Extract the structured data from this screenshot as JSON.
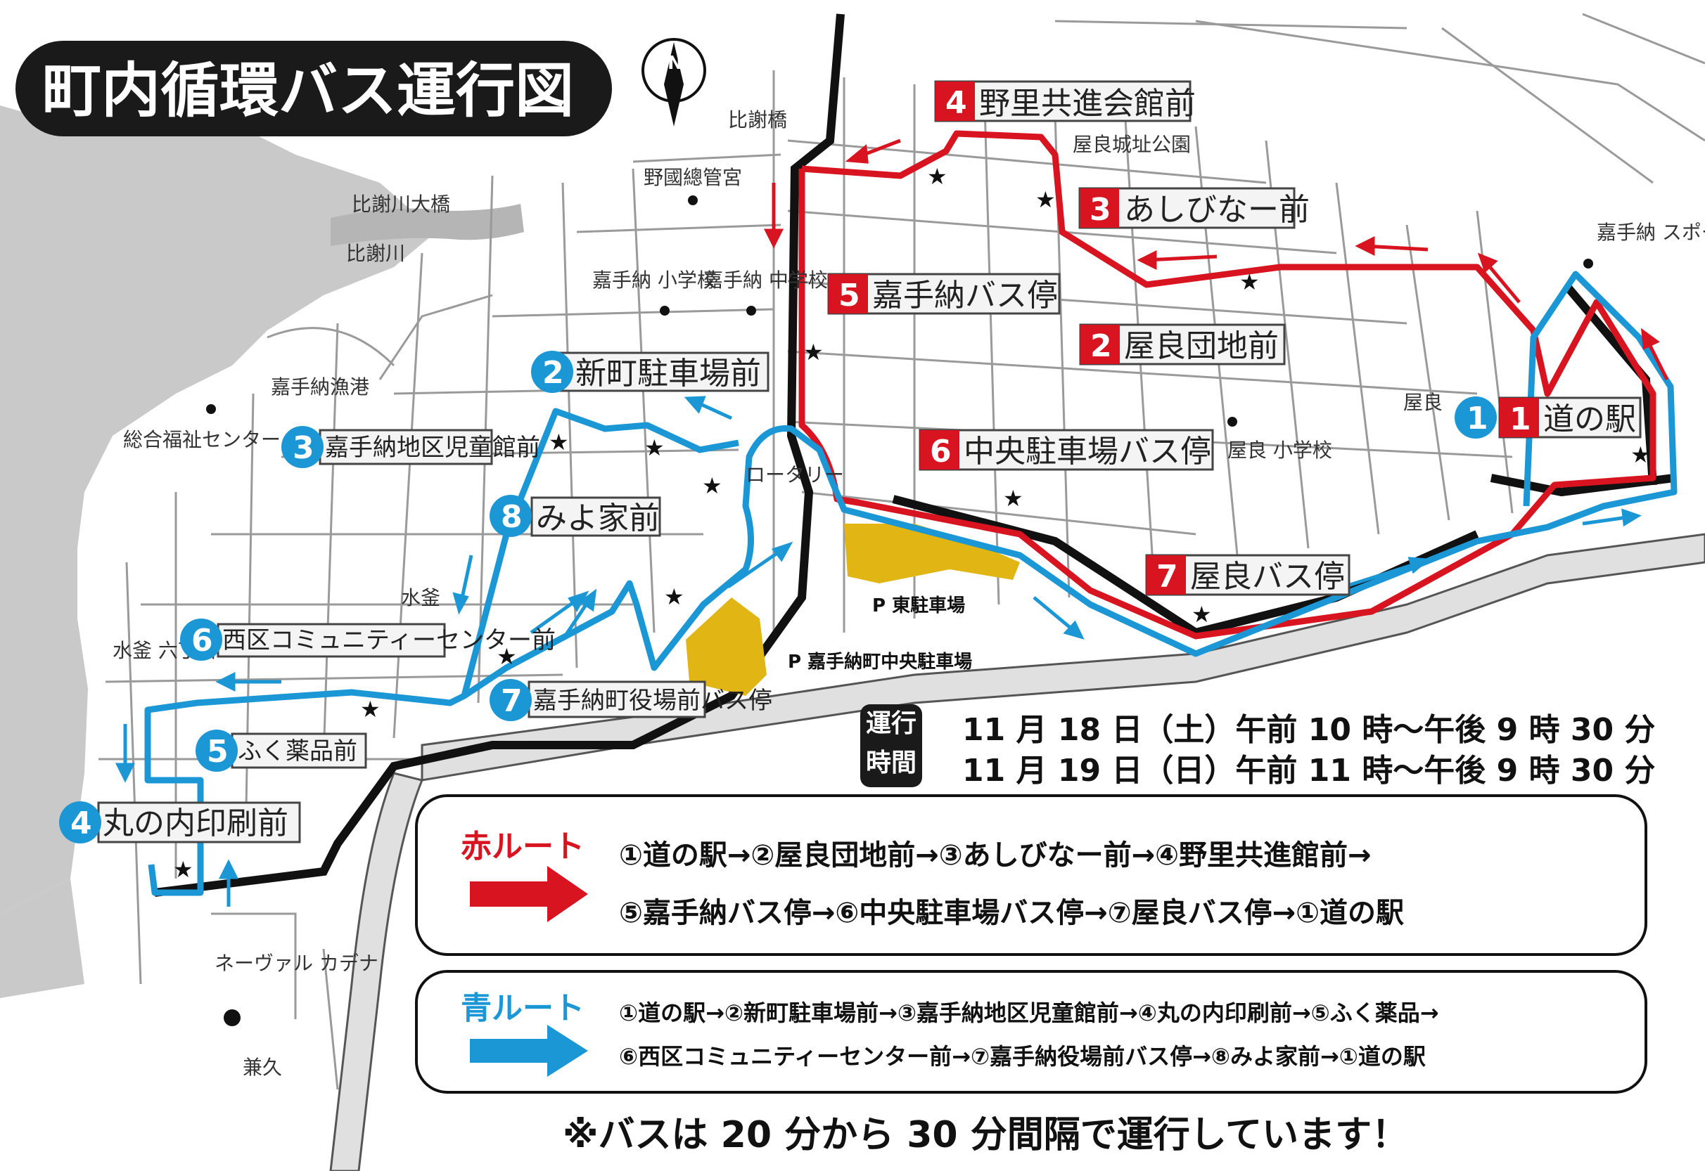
{
  "title": "町内循環バス運行図",
  "compass": "N",
  "places": {
    "hijabashi": "比謝橋",
    "nokuni": "野國總管宮",
    "hijagawa_ohashi": "比謝川大橋",
    "hijagawa": "比謝川",
    "kadena_sho": "嘉手納 小学校",
    "kadena_chu": "嘉手納 中学校",
    "gyoko": "嘉手納漁港",
    "fukushi": "総合福祉センター",
    "yara_jo": "屋良城址公園",
    "sports": "嘉手納 スポーツ ドーム",
    "yara": "屋良",
    "yara_sho": "屋良 小学校",
    "rotary": "ロータリー",
    "mizugama": "水釜",
    "mizugama6": "水釜 六丁目",
    "naval": "ネーヴァル カデナ",
    "kanehisa": "兼久",
    "park_east": "P 東駐車場",
    "park_central": "P 嘉手納町中央駐車場"
  },
  "red_stops": [
    {
      "num": "1",
      "label": "道の駅"
    },
    {
      "num": "2",
      "label": "屋良団地前"
    },
    {
      "num": "3",
      "label": "あしびなー前"
    },
    {
      "num": "4",
      "label": "野里共進会館前"
    },
    {
      "num": "5",
      "label": "嘉手納バス停"
    },
    {
      "num": "6",
      "label": "中央駐車場バス停"
    },
    {
      "num": "7",
      "label": "屋良バス停"
    }
  ],
  "blue_stops": [
    {
      "num": "1",
      "label": ""
    },
    {
      "num": "2",
      "label": "新町駐車場前"
    },
    {
      "num": "3",
      "label": "嘉手納地区児童館前"
    },
    {
      "num": "4",
      "label": "丸の内印刷前"
    },
    {
      "num": "5",
      "label": "ふく薬品前"
    },
    {
      "num": "6",
      "label": "西区コミュニティーセンター前"
    },
    {
      "num": "7",
      "label": "嘉手納町役場前バス停"
    },
    {
      "num": "8",
      "label": "みよ家前"
    }
  ],
  "schedule": {
    "label_line1": "運行",
    "label_line2": "時間",
    "day1": "11 月 18 日（土）午前 10 時～午後 9 時 30 分",
    "day2": "11 月 19 日（日）午前 11 時～午後 9 時 30 分"
  },
  "legend": {
    "red": {
      "name": "赤ルート",
      "color": "#d7141f",
      "line1": "①道の駅→②屋良団地前→③あしびなー前→④野里共進館前→",
      "line2": "⑤嘉手納バス停→⑥中央駐車場バス停→⑦屋良バス停→①道の駅"
    },
    "blue": {
      "name": "青ルート",
      "color": "#1b97d6",
      "line1": "①道の駅→②新町駐車場前→③嘉手納地区児童館前→④丸の内印刷前→⑤ふく薬品→",
      "line2": "⑥西区コミュニティーセンター前→⑦嘉手納役場前バス停→⑧みよ家前→①道の駅"
    }
  },
  "note": "※バスは 20 分から 30 分間隔で運行しています！"
}
